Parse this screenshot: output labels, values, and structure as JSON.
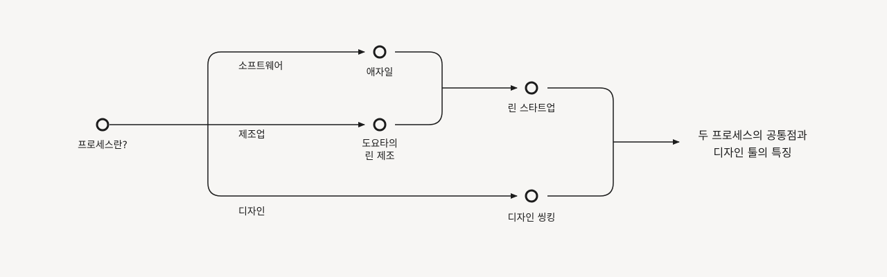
{
  "colors": {
    "background": "#f7f6f4",
    "stroke": "#1c1c1c",
    "node_fill": "#f7f6f4"
  },
  "nodes": {
    "start": "프로세스란?",
    "agile": "애자일",
    "toyota_line1": "도요타의",
    "toyota_line2": "린 제조",
    "lean_startup": "린 스타트업",
    "design_thinking": "디자인 씽킹"
  },
  "branches": {
    "software": "소프트웨어",
    "manufacturing": "제조업",
    "design": "디자인"
  },
  "result": {
    "line1": "두 프로세스의 공통점과",
    "line2": "디자인 툴의 특징"
  }
}
